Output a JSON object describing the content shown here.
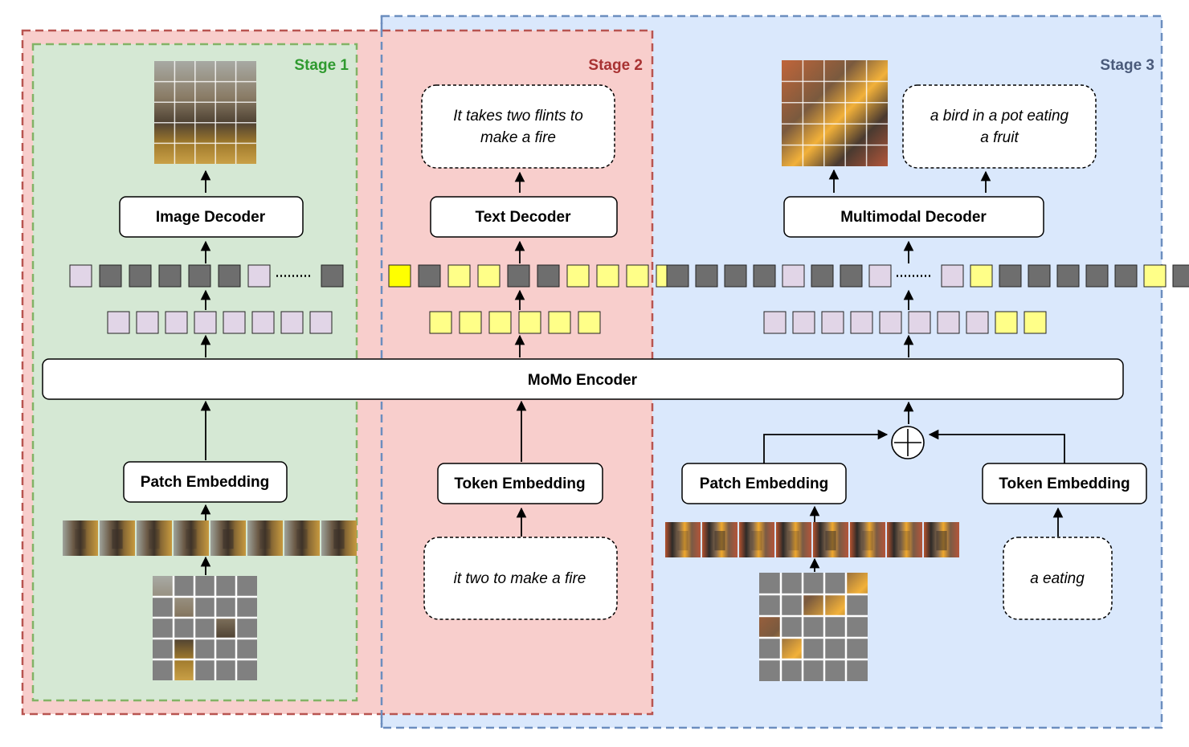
{
  "stages": [
    {
      "id": "stage1",
      "label": "Stage 1",
      "color": "#2f9a2f"
    },
    {
      "id": "stage2",
      "label": "Stage 2",
      "color": "#a83232"
    },
    {
      "id": "stage3",
      "label": "Stage 3",
      "color": "#4a5a7a"
    }
  ],
  "encoder": {
    "label": "MoMo Encoder"
  },
  "stage1": {
    "decoder": "Image Decoder",
    "embedding": "Patch Embedding",
    "output_tokens": [
      "p",
      "g",
      "g",
      "g",
      "g",
      "g",
      "p",
      "dots",
      "g"
    ],
    "input_tokens": [
      "p",
      "p",
      "p",
      "p",
      "p",
      "p",
      "p",
      "p"
    ],
    "masked_grid": [
      [
        0,
        1,
        1,
        1,
        1
      ],
      [
        1,
        0,
        1,
        1,
        1
      ],
      [
        1,
        1,
        1,
        0,
        1
      ],
      [
        1,
        0,
        1,
        1,
        1
      ],
      [
        1,
        0,
        1,
        1,
        1
      ]
    ]
  },
  "stage2": {
    "decoder": "Text Decoder",
    "embedding": "Token Embedding",
    "output_text": "It takes two flints to make a fire",
    "input_text": "it two to make a fire",
    "output_tokens": [
      "Y",
      "g",
      "y",
      "y",
      "g",
      "g",
      "y",
      "y",
      "y",
      "y"
    ],
    "input_tokens": [
      "y",
      "y",
      "y",
      "y",
      "y",
      "y"
    ]
  },
  "stage3": {
    "decoder": "Multimodal Decoder",
    "patch_embedding": "Patch Embedding",
    "token_embedding": "Token Embedding",
    "output_text": "a bird in a pot eating a fruit",
    "input_text": "a eating",
    "output_tokens": [
      "g",
      "g",
      "g",
      "g",
      "p",
      "g",
      "g",
      "p",
      "dots",
      "p",
      "y",
      "g",
      "g",
      "g",
      "g",
      "g",
      "y",
      "g",
      "g"
    ],
    "input_tokens": [
      "p",
      "p",
      "p",
      "p",
      "p",
      "p",
      "p",
      "p",
      "y",
      "y"
    ],
    "masked_grid": [
      [
        1,
        1,
        1,
        1,
        0
      ],
      [
        1,
        1,
        0,
        0,
        1
      ],
      [
        0,
        1,
        1,
        1,
        1
      ],
      [
        1,
        0,
        1,
        1,
        1
      ],
      [
        1,
        1,
        1,
        1,
        1
      ]
    ]
  },
  "colors": {
    "gray_token": "#6e6e6e",
    "purple_token": "#e1d5e7",
    "yellow_token": "#ffff88",
    "yellow_bright": "#ffff00",
    "stage1_bg": "#d5e8d4",
    "stage2_bg": "#f8cecc",
    "stage3_bg": "#dae8fc"
  }
}
